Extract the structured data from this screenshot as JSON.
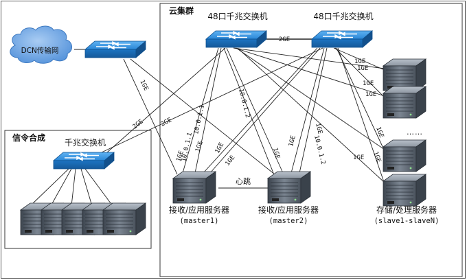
{
  "regions": {
    "cloud_cluster": "云集群",
    "signaling": "信令合成"
  },
  "nodes": {
    "dcn": "DCN传输网",
    "switch_48_left": "48口千兆交换机",
    "switch_48_right": "48口千兆交换机",
    "gigabit_switch": "千兆交换机",
    "master1_name": "接收/应用服务器",
    "master1_id": "(master1)",
    "master2_name": "接收/应用服务器",
    "master2_id": "(master2)",
    "storage_name": "存储/处理服务器",
    "storage_id": "(slave1-slaveN)",
    "ellipsis": "……"
  },
  "links": {
    "inter_switch": "2GE",
    "heartbeat": "心跳",
    "ip1": "10.0.1.1",
    "ip1b": "10.0.1.1",
    "ip2": "10.0.1.2",
    "ip2b": "10.0.1.2",
    "ge": "1GE",
    "two_ge": "2GE"
  },
  "colors": {
    "switch_fill": "#1f7fd0",
    "cloud_fill": "#6aa8e8",
    "server_body": "#5a6470"
  }
}
